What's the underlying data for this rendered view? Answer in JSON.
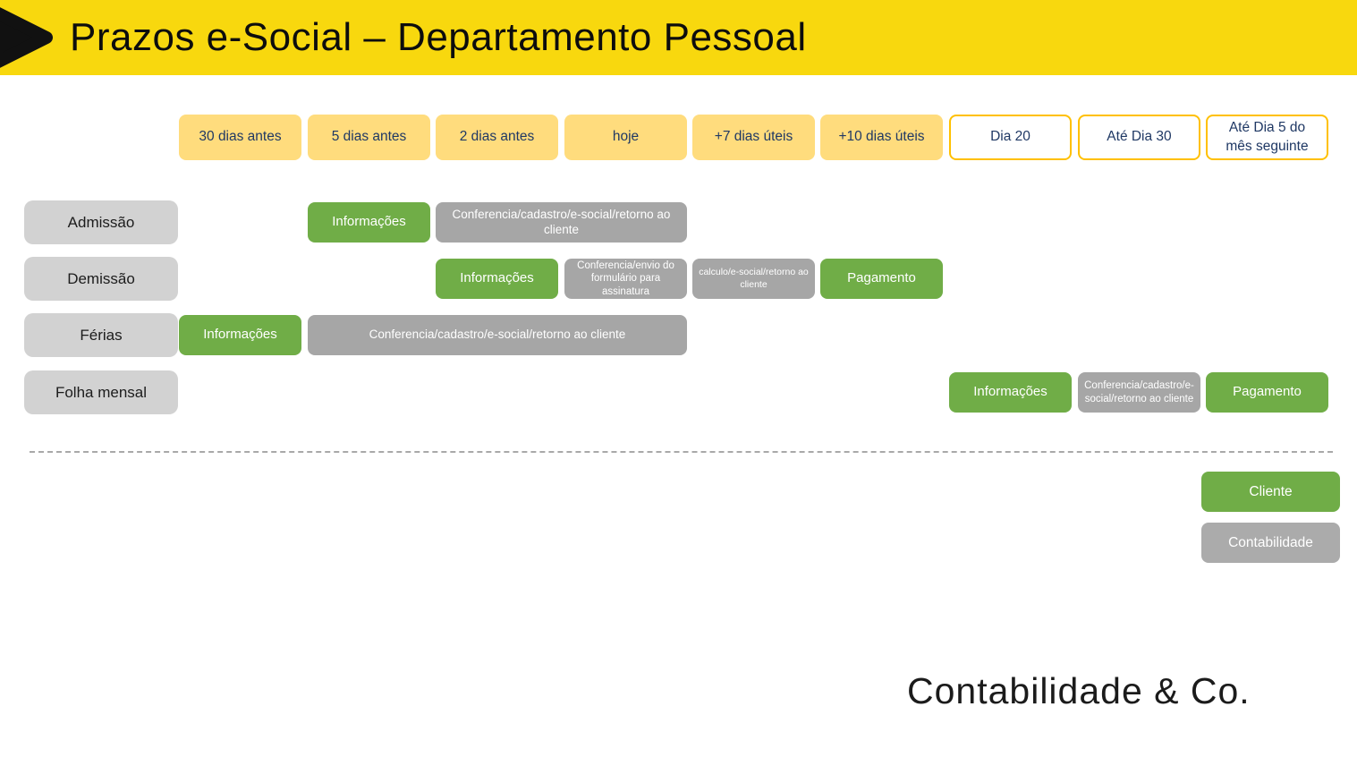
{
  "header": {
    "title": "Prazos e-Social – Departamento Pessoal"
  },
  "timeline": {
    "columns": [
      {
        "label": "30 dias antes",
        "style": "yellow"
      },
      {
        "label": "5 dias antes",
        "style": "yellow"
      },
      {
        "label": "2 dias antes",
        "style": "yellow"
      },
      {
        "label": "hoje",
        "style": "yellow"
      },
      {
        "label": "+7 dias úteis",
        "style": "yellow"
      },
      {
        "label": "+10 dias úteis",
        "style": "yellow"
      },
      {
        "label": "Dia 20",
        "style": "outline"
      },
      {
        "label": "Até Dia 30",
        "style": "outline"
      },
      {
        "label": "Até Dia 5 do mês seguinte",
        "style": "outline"
      }
    ]
  },
  "rows": [
    {
      "label": "Admissão",
      "tasks": [
        {
          "label": "Informações",
          "owner": "cliente",
          "color": "green",
          "column": "5 dias antes",
          "span": 1
        },
        {
          "label": "Conferencia/cadastro/e-social/retorno ao cliente",
          "owner": "contabilidade",
          "color": "gray",
          "column": "2 dias antes",
          "span": 2
        }
      ]
    },
    {
      "label": "Demissão",
      "tasks": [
        {
          "label": "Informações",
          "owner": "cliente",
          "color": "green",
          "column": "2 dias antes",
          "span": 1
        },
        {
          "label": "Conferencia/envio do formulário para assinatura",
          "owner": "contabilidade",
          "color": "gray",
          "column": "hoje",
          "span": 1
        },
        {
          "label": "calculo/e-social/retorno ao cliente",
          "owner": "contabilidade",
          "color": "gray",
          "column": "+7 dias úteis",
          "span": 1
        },
        {
          "label": "Pagamento",
          "owner": "cliente",
          "color": "green",
          "column": "+10 dias úteis",
          "span": 1
        }
      ]
    },
    {
      "label": "Férias",
      "tasks": [
        {
          "label": "Informações",
          "owner": "cliente",
          "color": "green",
          "column": "30 dias antes",
          "span": 1
        },
        {
          "label": "Conferencia/cadastro/e-social/retorno ao cliente",
          "owner": "contabilidade",
          "color": "gray",
          "column": "5 dias antes",
          "span": 3
        }
      ]
    },
    {
      "label": "Folha mensal",
      "tasks": [
        {
          "label": "Informações",
          "owner": "cliente",
          "color": "green",
          "column": "Dia 20",
          "span": 1
        },
        {
          "label": "Conferencia/cadastro/e-social/retorno ao cliente",
          "owner": "contabilidade",
          "color": "gray",
          "column": "Até Dia 30",
          "span": 1
        },
        {
          "label": "Pagamento",
          "owner": "cliente",
          "color": "green",
          "column": "Até Dia 5 do mês seguinte",
          "span": 1
        }
      ]
    }
  ],
  "legend": [
    {
      "label": "Cliente",
      "color": "green"
    },
    {
      "label": "Contabilidade",
      "color": "gray"
    }
  ],
  "logo": "Contabilidade & Co.",
  "colors": {
    "banner_yellow": "#F8D80E",
    "column_yellow": "#FFDC7D",
    "column_border_gold": "#FFC000",
    "navy_text": "#1F3864",
    "client_green": "#70AD47",
    "accounting_gray": "#A6A6A6",
    "row_label_gray": "#D2D2D2"
  }
}
